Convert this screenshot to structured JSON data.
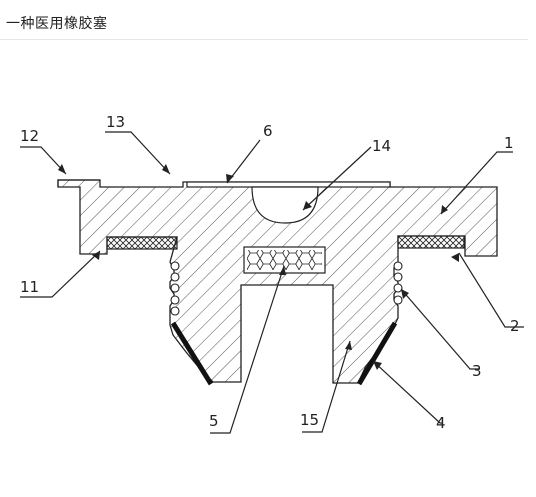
{
  "page": {
    "title": "一种医用橡胶塞"
  },
  "diagram": {
    "labels": {
      "l1": "1",
      "l2": "2",
      "l3": "3",
      "l4": "4",
      "l5": "5",
      "l6": "6",
      "l11": "11",
      "l12": "12",
      "l13": "13",
      "l14": "14",
      "l15": "15"
    },
    "colors": {
      "line": "#222222",
      "hatch": "#555555"
    }
  }
}
